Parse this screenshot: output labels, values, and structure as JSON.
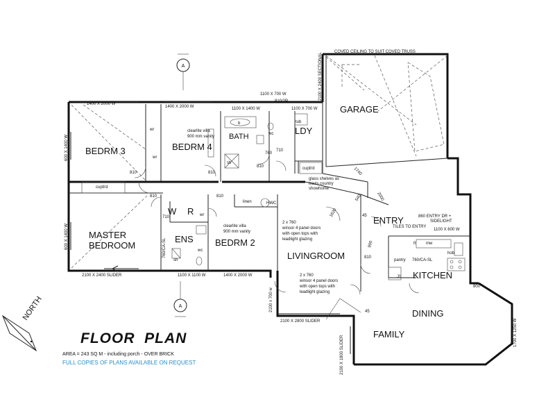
{
  "title": "FLOOR  PLAN",
  "area_note": "AREA = 243 SQ M - including porch - OVER BRICK",
  "availability_note": "FULL COPIES OF PLANS AVAILABLE ON REQUEST",
  "north_label": "NORTH",
  "section_marker": "A",
  "colors": {
    "lines": "#111111",
    "availability_text": "#2a8fc8"
  },
  "rooms": {
    "garage": "GARAGE",
    "bedrm3": "BEDRM 3",
    "bedrm4": "BEDRM 4",
    "bath": "BATH",
    "ldy": "LDY",
    "master1": "MASTER",
    "master2": "BEDROOM",
    "ens": "ENS",
    "wir_w": "W",
    "wir_r": "R",
    "bedrm2": "BEDRM 2",
    "livingroom": "LIVINGROOM",
    "entry": "ENTRY",
    "kitchen": "KITCHEN",
    "dining": "DINING",
    "family": "FAMILY"
  },
  "annotations": {
    "coved_ceiling": "COVED CEILING TO SUIT COVED TRUSS",
    "w_top_1": "1400 X 2000 W",
    "w_top_2": "1400 X 2000 W",
    "w_top_3": "1100 X 700 W",
    "w_top_4": "810/2P",
    "w_top_5": "1100 X 1400 W",
    "w_top_6": "1100 X 700 W",
    "sectional_door": "2100 X 2400 SECTIONAL",
    "left_w_1": "600 X 1400 W",
    "left_w_2": "600 X 1400 W",
    "vanity_1a": "clearlite villa",
    "vanity_1b": "900 mm vanity",
    "vanity_2a": "clearlite villa",
    "vanity_2b": "900 mm vanity",
    "wr": "wr",
    "cupbd": "cupb'd",
    "linen": "linen",
    "hwc": "HWC",
    "tub": "tub",
    "wc": "wc",
    "sh": "sh",
    "b": "b",
    "d810": "810",
    "d760": "760",
    "d710": "710",
    "cs760": "760/CA-SL",
    "shelves_1": "glass shelves as",
    "shelves_2": "travis country",
    "shelves_3": "showhome",
    "doors_1a": "2 x 760",
    "doors_1b": "winsor 4 panel doors",
    "doors_1c": "with open tops with",
    "doors_1d": "leadlight glazing",
    "doors_2a": "2 x 760",
    "doors_2b": "winsor 4 panel doors",
    "doors_2c": "with open tops with",
    "doors_2d": "leadlight glazing",
    "tiles": "TILES TO ENTRY",
    "entry_door_1": "860 ENTRY DR +",
    "entry_door_2": "SIDELIGHT",
    "w_1100_600": "1100 X 600 W",
    "pantry": "pantry",
    "fr": "fr",
    "mw": "mw",
    "hob": "hob",
    "j1": "J1",
    "d800": "800",
    "slider_1": "2100 X 2400 SLIDER",
    "w_bot_1": "1100 X 1100 W",
    "w_bot_2": "1400 X 2000 W",
    "w_bot_3": "2100 x 700 w",
    "slider_2": "2100 X 2800 SLIDER",
    "slider_3": "2100 X 1800 SLIDER",
    "w_1700": "1700 X 1250 W",
    "x45a": "45",
    "x45b": "45",
    "x1620": "1620",
    "x1740": "1740",
    "x540": "540",
    "x2000": "2000",
    "x900": "900"
  }
}
